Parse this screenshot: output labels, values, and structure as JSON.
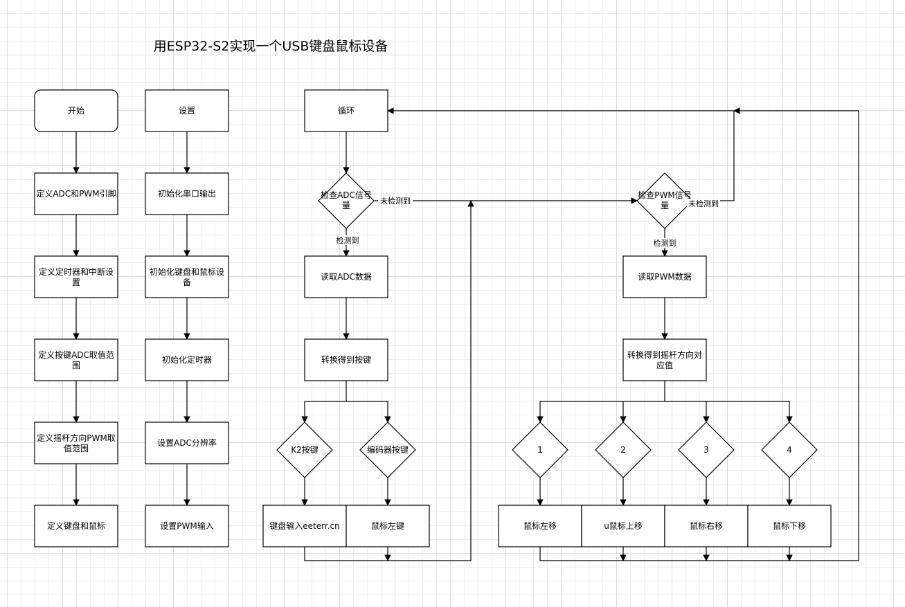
{
  "title": "用ESP32-S2实现一个USB键盘鼠标设备",
  "nodes": {
    "start": "开始",
    "def_pins": "定义ADC和PWM引脚",
    "def_timer": [
      "定义定时器和中断设",
      "置"
    ],
    "def_adc_range": [
      "定义按键ADC取值范",
      "围"
    ],
    "def_pwm_range": [
      "定义摇杆方向PWM取",
      "值范围"
    ],
    "def_kbm": "定义键盘和鼠标",
    "setup": "设置",
    "init_serial": "初始化串口输出",
    "init_kbm": [
      "初始化键盘和鼠标设",
      "备"
    ],
    "init_timer": "初始化定时器",
    "set_adc_res": "设置ADC分辨率",
    "set_pwm_in": "设置PWM输入",
    "loop": "循环",
    "check_adc": [
      "检查ADC信号",
      "量"
    ],
    "read_adc": "读取ADC数据",
    "convert_key": "转换得到按键",
    "k2": "K2按键",
    "encoder": "编码器按键",
    "kb_input": "键盘输入eeterr.cn",
    "mouse_left": "鼠标左键",
    "check_pwm": [
      "检查PWM信号",
      "量"
    ],
    "read_pwm": "读取PWM数据",
    "convert_dir": [
      "转换得到摇杆方向对",
      "应值"
    ],
    "d1": "1",
    "d2": "2",
    "d3": "3",
    "d4": "4",
    "move_left": "鼠标左移",
    "move_up": "u鼠标上移",
    "move_right": "鼠标右移",
    "move_down": "鼠标下移"
  },
  "edge_labels": {
    "adc_detected": "检测到",
    "adc_not_detected": "未检测到",
    "pwm_detected": "检测到",
    "pwm_not_detected": "未检测到"
  }
}
